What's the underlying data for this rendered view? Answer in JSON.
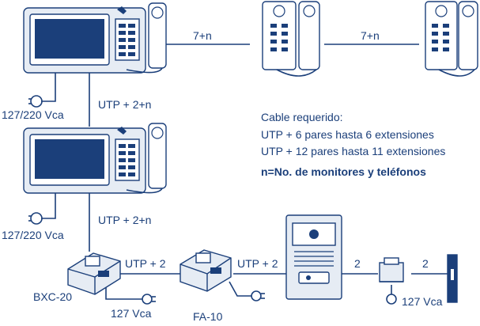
{
  "labels": {
    "link_monitor_phone1": "7+n",
    "link_phone1_phone2": "7+n",
    "power_monitor_top": "127/220 Vca",
    "power_monitor_mid": "127/220 Vca",
    "utp_top": "UTP + 2+n",
    "utp_mid": "UTP + 2+n",
    "utp_bxc_fa": "UTP + 2",
    "utp_fa_panel": "UTP + 2",
    "wire_panel_transformer": "2",
    "wire_transformer_lock": "2",
    "bxc_name": "BXC-20",
    "bxc_power": "127 Vca",
    "fa_name": "FA-10",
    "transformer_power": "127 Vca"
  },
  "notes": {
    "heading": "Cable requerido:",
    "line1": "UTP + 6 pares hasta 6 extensiones",
    "line2": "UTP + 12 pares hasta 11 extensiones",
    "definition": "n=No. de monitores y teléfonos"
  },
  "colors": {
    "ink": "#1b3f7a",
    "panel_fill": "#e6ecf4",
    "screen_fill": "#1b3f7a",
    "white": "#ffffff"
  },
  "icons": [
    "rfid-icon",
    "plug-icon",
    "key-icon"
  ]
}
